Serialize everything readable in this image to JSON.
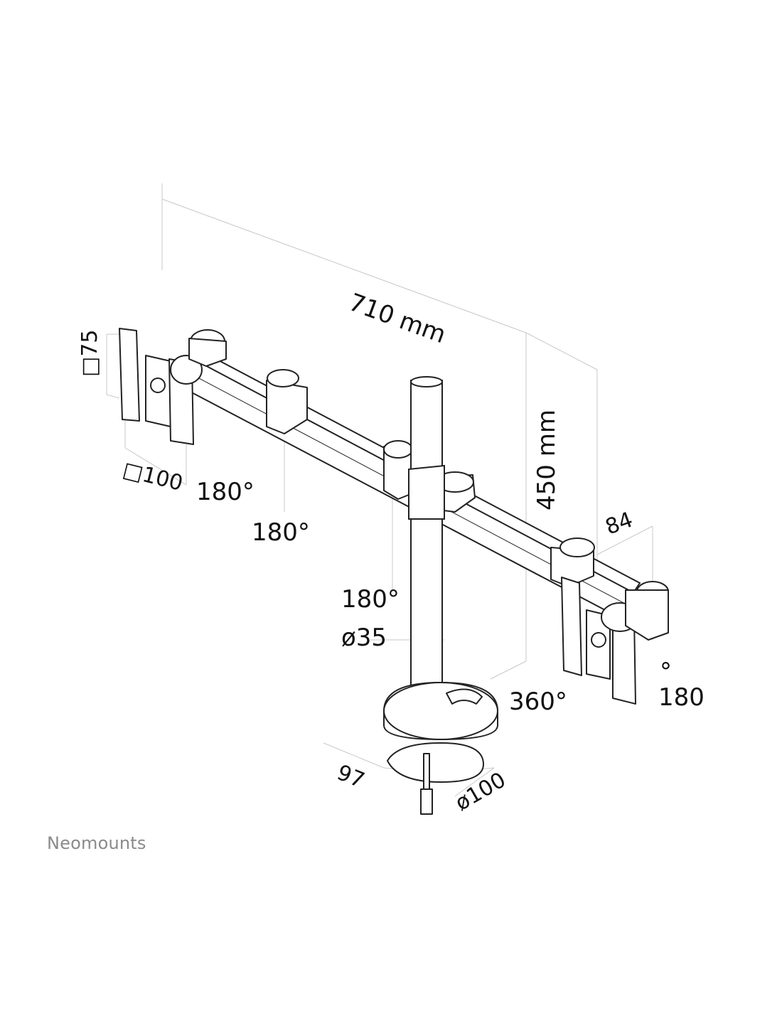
{
  "dimensions": {
    "width": "710 mm",
    "height": "450 mm",
    "depth": "84",
    "vesa_small": "□75",
    "vesa_large": "□100",
    "pole_diameter": "ø35",
    "base_depth": "97",
    "base_diameter": "ø100"
  },
  "rotations": {
    "left_tilt": "180°",
    "left_swivel": "180°",
    "pole_swivel": "180°",
    "right_rotation": "360°",
    "right_tilt_degree": "°",
    "right_tilt_value": "180"
  },
  "brand": {
    "name": "Neomounts"
  },
  "colors": {
    "line": "#222222",
    "faint": "#c8c8c8",
    "text": "#111111",
    "brand": "#8a8a8a"
  }
}
